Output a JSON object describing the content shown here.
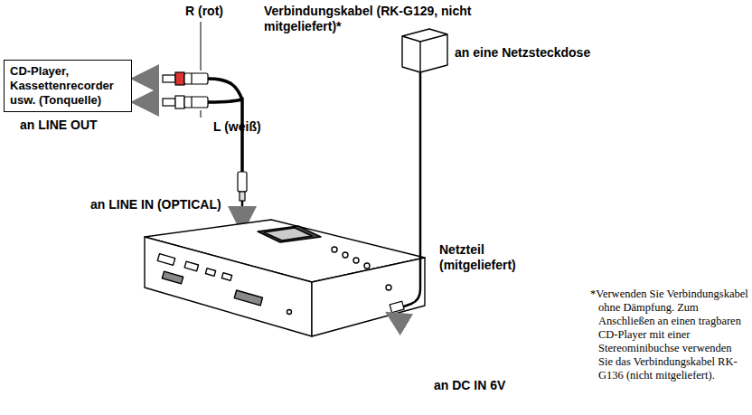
{
  "diagram": {
    "nodes": [
      {
        "text": [
          "CD-Player, Kassettenrecorder usw. (Tonquelle)"
        ]
      }
    ],
    "labels": [
      "R (rot)",
      "Verbindungskabel (RK-G129, nicht mitgeliefert)*",
      "an eine Netzsteckdose",
      "an LINE OUT",
      "L (weiß)",
      "an LINE IN (OPTICAL)",
      "Netzteil (mitgeliefert)",
      "*Verwenden Sie Verbindungskabel ohne Dämpfung. Zum Anschließen an einen tragbaren CD-Player mit einer Stereominibuchse verwenden Sie das Verbindungskabel RK-G136 (nicht mitgeliefert).",
      "an DC IN 6V"
    ]
  }
}
